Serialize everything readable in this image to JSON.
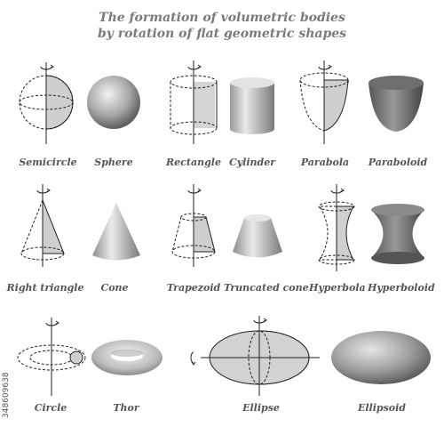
{
  "title": {
    "line1": "The formation of volumetric bodies",
    "line2": "by rotation of flat geometric shapes"
  },
  "labels": {
    "semicircle": "Semicircle",
    "sphere": "Sphere",
    "rectangle": "Rectangle",
    "cylinder": "Cylinder",
    "parabola": "Parabola",
    "paraboloid": "Paraboloid",
    "right_triangle": "Right triangle",
    "cone": "Cone",
    "trapezoid": "Trapezoid",
    "truncated_cone": "Truncated cone",
    "hyperbola": "Hyperbola",
    "hyperboloid": "Hyperboloid",
    "circle": "Circle",
    "thor": "Thor",
    "ellipse": "Ellipse",
    "ellipsoid": "Ellipsoid"
  },
  "watermark": "348609638",
  "colors": {
    "title": "#7a7a7a",
    "label": "#555555",
    "shape_fill": "#cccccc",
    "line": "#222222"
  }
}
